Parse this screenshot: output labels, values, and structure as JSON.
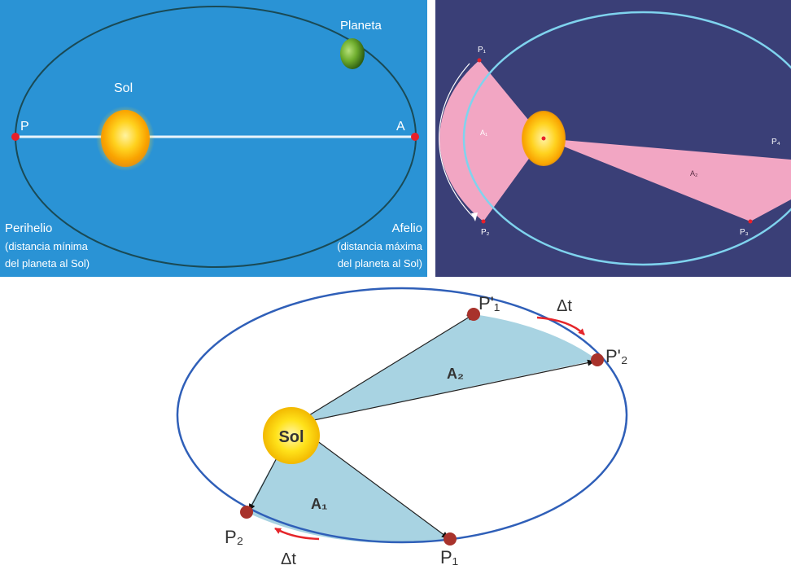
{
  "panel1": {
    "bg_color": "#2a93d5",
    "sun_label": "Sol",
    "planet_label": "Planeta",
    "perihelion_point": "P",
    "aphelion_point": "A",
    "perihelion_title": "Perihelio",
    "perihelion_desc_1": "(distancia mínima",
    "perihelion_desc_2": "del planeta al Sol)",
    "aphelion_title": "Afelio",
    "aphelion_desc_1": "(distancia máxima",
    "aphelion_desc_2": "del planeta al Sol)"
  },
  "panel2": {
    "bg_color": "#3a3f77",
    "area_color": "#f2a6c3",
    "orbit_color": "#7fd3ee",
    "p1": "P₁",
    "p2": "P₂",
    "p3": "P₃",
    "p4": "P₄",
    "a1": "A₁",
    "a2": "A₂"
  },
  "panel3": {
    "orbit_color": "#2f5fb8",
    "area_color": "#a8d3e2",
    "sun_label": "Sol",
    "p1_prime": "P'₁",
    "p2_prime": "P'₂",
    "p1": "P₁",
    "p2": "P₂",
    "a1": "A₁",
    "a2": "A₂",
    "dt_top": "Δt",
    "dt_bottom": "Δt"
  }
}
